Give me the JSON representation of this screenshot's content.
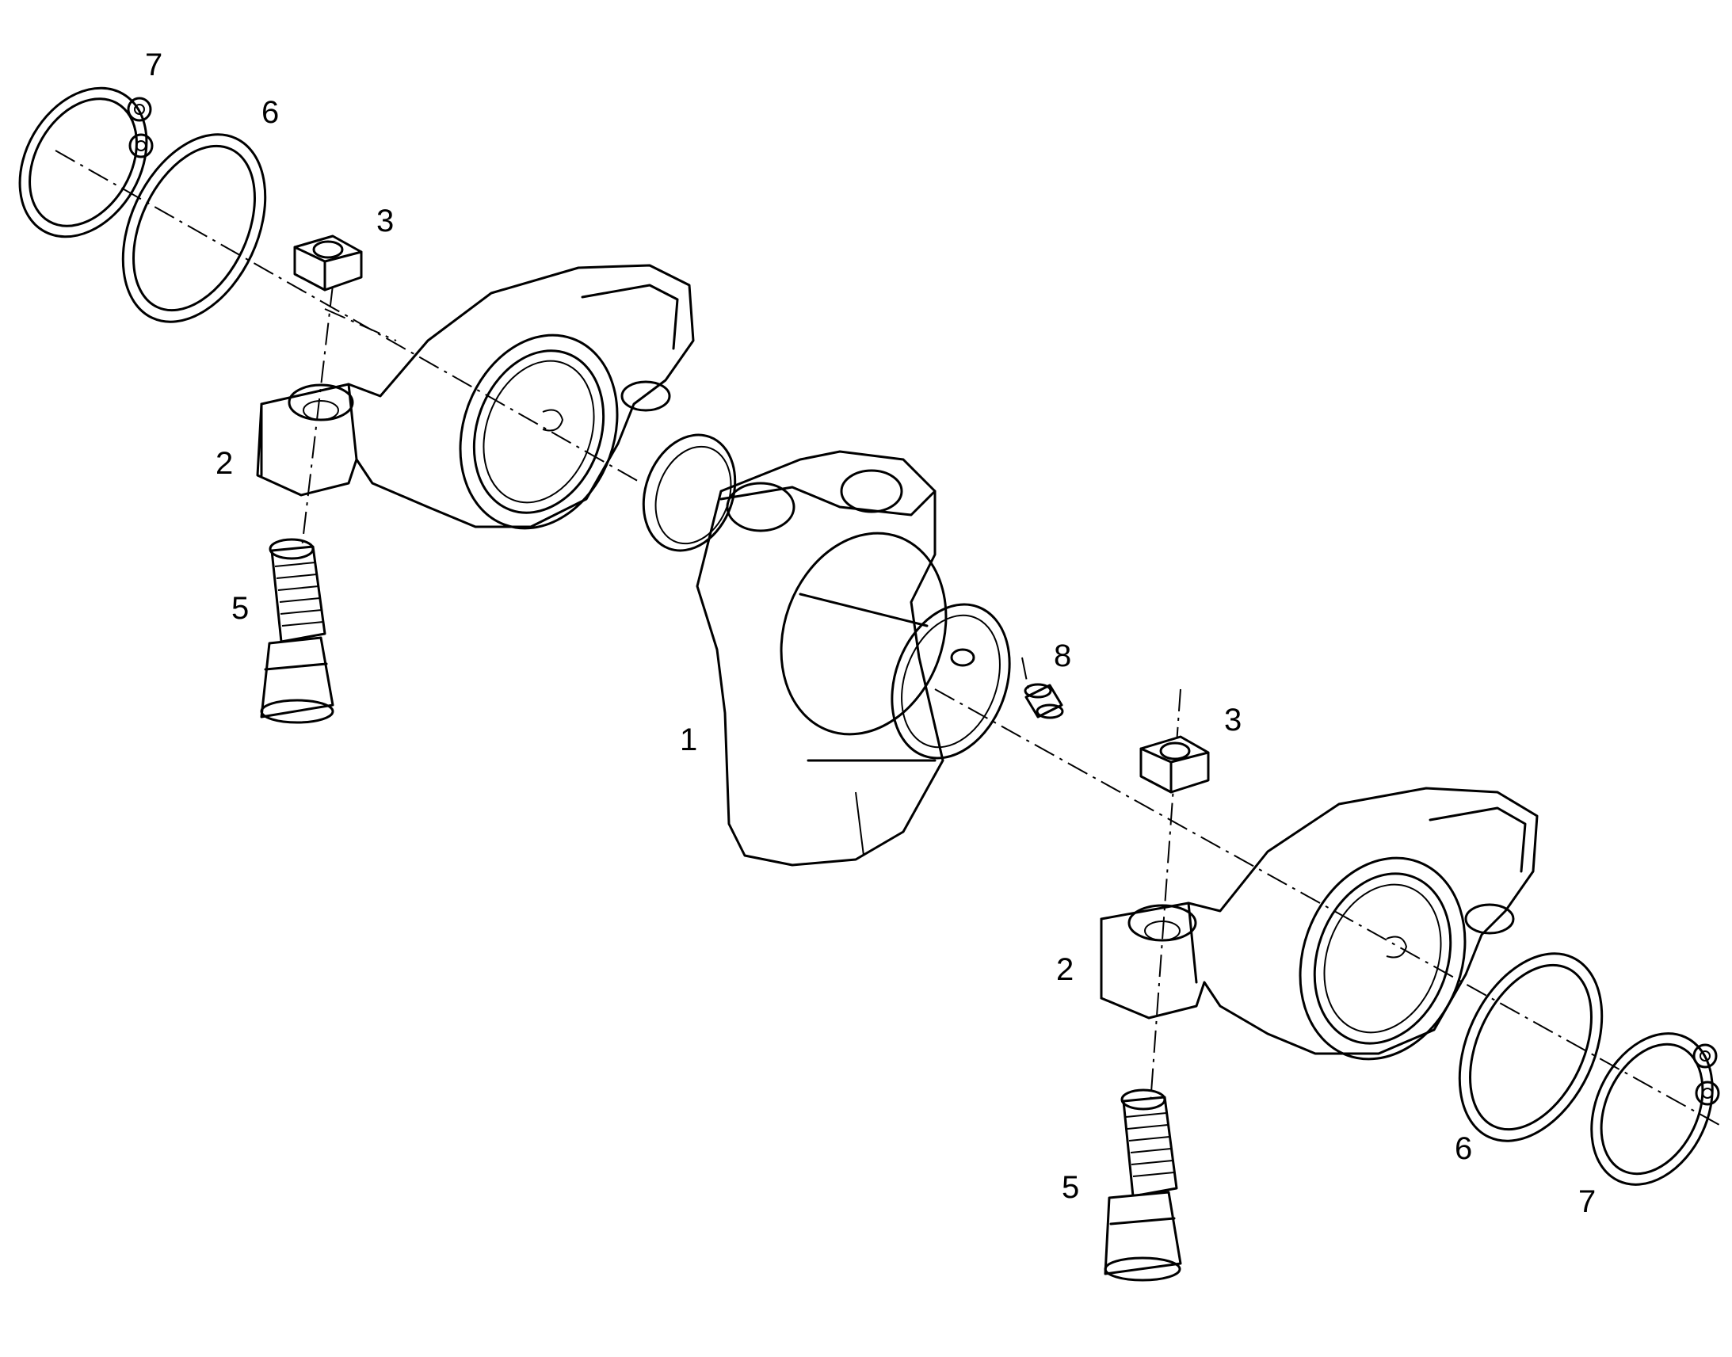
{
  "callouts": {
    "c7_top": "7",
    "c6_top": "6",
    "c3_top": "3",
    "c2_left": "2",
    "c5_left": "5",
    "c1": "1",
    "c8": "8",
    "c3_right": "3",
    "c2_right": "2",
    "c5_right": "5",
    "c6_right": "6",
    "c7_right": "7"
  },
  "colors": {
    "line": "#000000",
    "background": "#ffffff"
  }
}
